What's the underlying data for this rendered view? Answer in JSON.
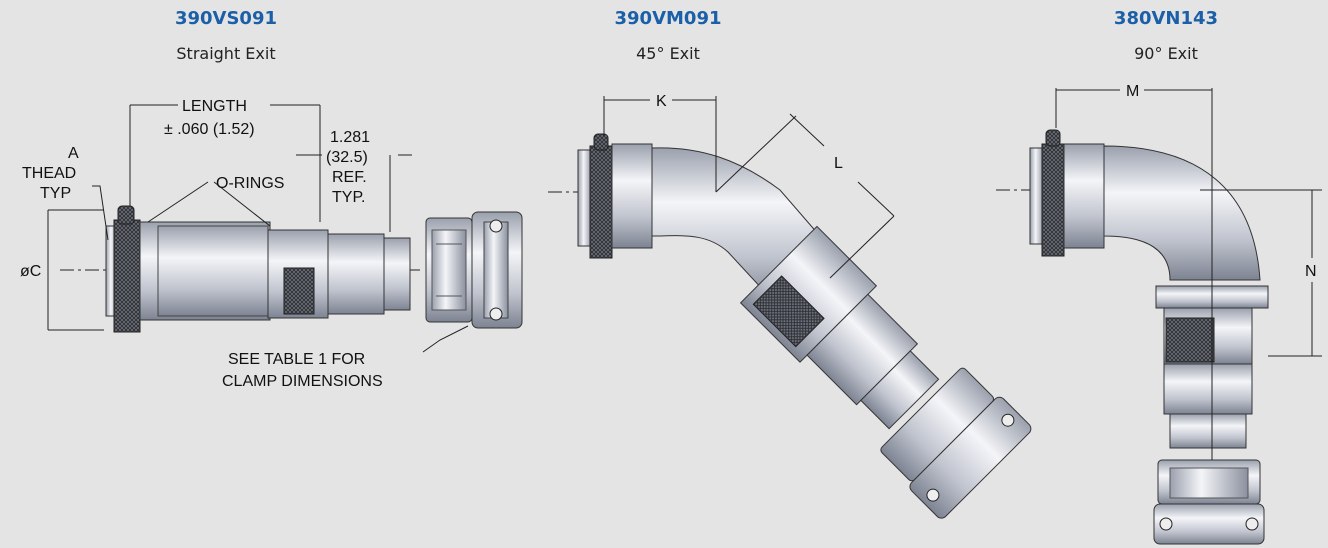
{
  "panels": [
    {
      "part": "390VS091",
      "exit": "Straight Exit"
    },
    {
      "part": "390VM091",
      "exit": "45° Exit"
    },
    {
      "part": "380VN143",
      "exit": "90° Exit"
    }
  ],
  "labels": {
    "length": "LENGTH",
    "tolerance": "± .060 (1.52)",
    "dim_1281": "1.281",
    "dim_325": "(32.5)",
    "ref": "REF.",
    "typ": "TYP.",
    "a": "A",
    "thead": "THEAD",
    "typ2": "TYP",
    "orings": "O-RINGS",
    "dia_c": "øC",
    "see_table": "SEE TABLE 1 FOR",
    "clamp_dims": "CLAMP DIMENSIONS",
    "k": "K",
    "l": "L",
    "m": "M",
    "n": "N"
  },
  "colors": {
    "title": "#1a5fa8",
    "background": "#e4e4e4",
    "metal": "#c8cbd4"
  }
}
